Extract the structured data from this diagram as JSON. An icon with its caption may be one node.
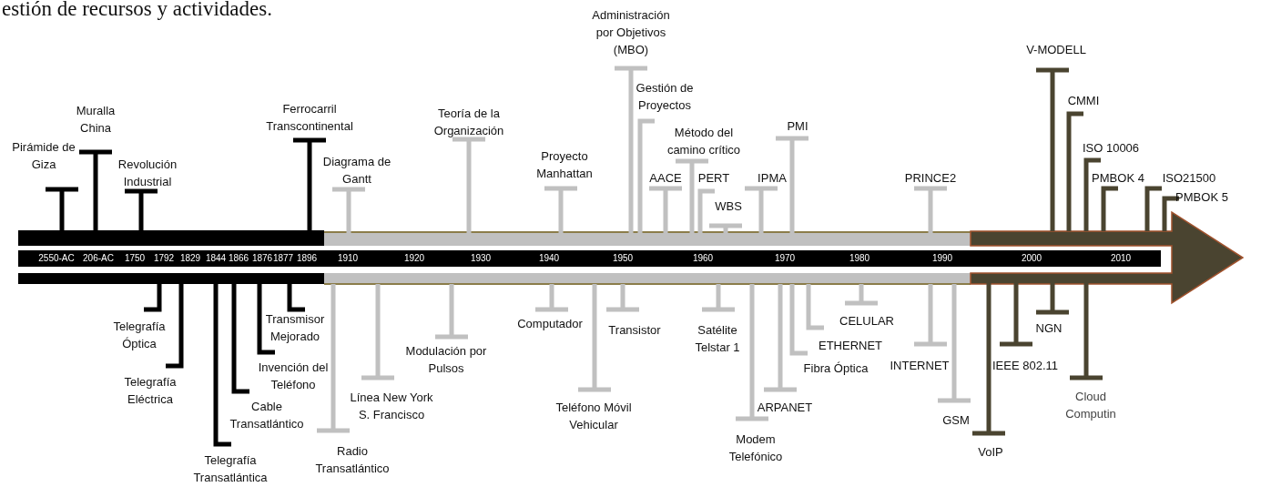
{
  "diagram": {
    "labels": [
      "estión de recursos y actividades.",
      "Pirámide de Giza",
      "Muralla China",
      "Revolución Industrial",
      "Ferrocarril Transcontinental",
      "Diagrama de Gantt",
      "Teoría de la Organización",
      "Proyecto Manhattan",
      "Administración por Objetivos (MBO)",
      "Gestión de Proyectos",
      "AACE",
      "Método del camino crítico",
      "PERT",
      "WBS",
      "IPMA",
      "PMI",
      "PRINCE2",
      "V-MODELL",
      "CMMI",
      "ISO 10006",
      "PMBOK 4",
      "ISO21500",
      "PMBOK 5",
      "2550-AC",
      "206-AC",
      "1750",
      "1792",
      "1829",
      "1844",
      "1866",
      "1876",
      "1877",
      "1896",
      "1910",
      "1920",
      "1930",
      "1940",
      "1950",
      "1960",
      "1970",
      "1980",
      "1990",
      "2000",
      "2010",
      "Telegrafía Óptica",
      "Telegrafía Eléctrica",
      "Telegrafía Transatlántica",
      "Cable Transatlántico",
      "Invención del Teléfono",
      "Transmisor Mejorado",
      "Radio Transatlántico",
      "Línea New York S. Francisco",
      "Modulación por Pulsos",
      "Computador",
      "Teléfono Móvil Vehicular",
      "Transistor",
      "Satélite Telstar 1",
      "Modem Telefónico",
      "ARPANET",
      "Fibra Óptica",
      "ETHERNET",
      "CELULAR",
      "INTERNET",
      "GSM",
      "VoIP",
      "IEEE 802.11",
      "NGN",
      "Cloud Computin"
    ]
  }
}
